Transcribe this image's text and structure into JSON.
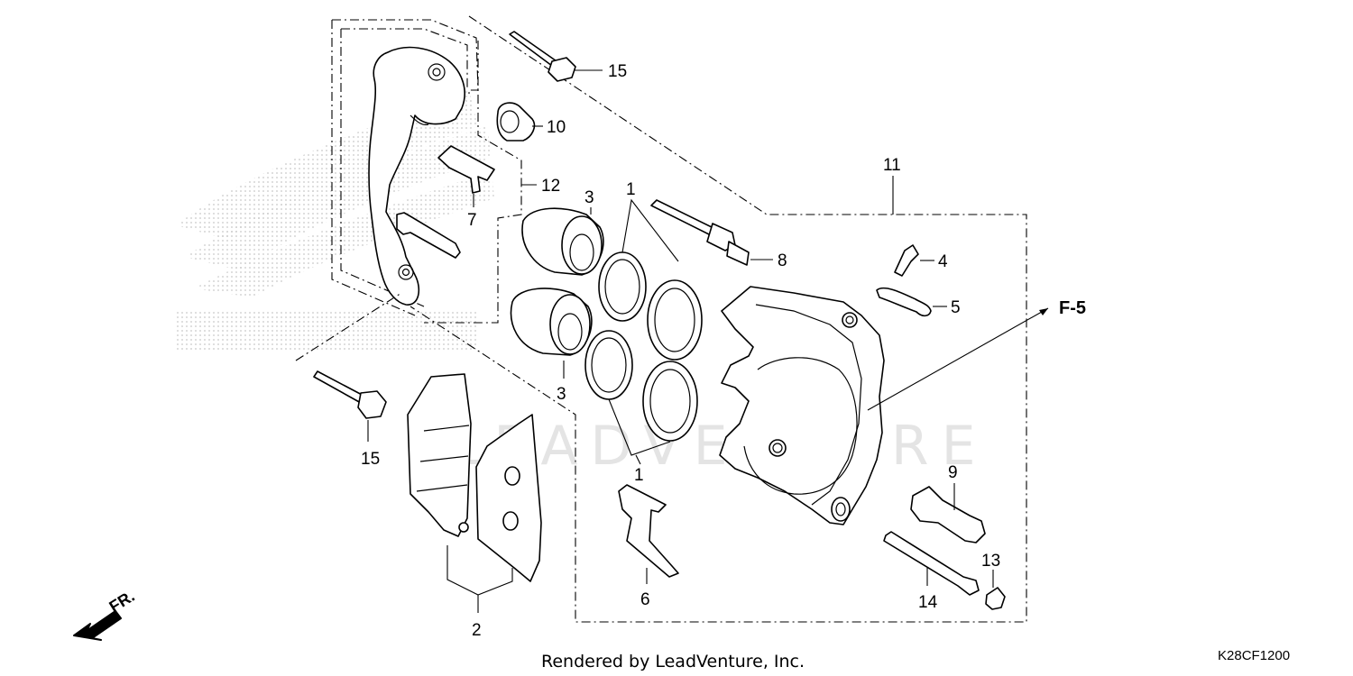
{
  "diagram": {
    "watermark_text": "LEADVENTURE",
    "background_logo": "honda-wing-logo",
    "direction_label": "FR.",
    "reference_label": "F-5",
    "footer_text": "Rendered by LeadVenture, Inc.",
    "diagram_code": "K28CF1200",
    "callouts": {
      "c15_top": "15",
      "c10": "10",
      "c12": "12",
      "c7": "7",
      "c3_top": "3",
      "c1_top": "1",
      "c11": "11",
      "c8": "8",
      "c4": "4",
      "c5": "5",
      "c3_bottom": "3",
      "c15_bottom": "15",
      "c1_bottom": "1",
      "c9": "9",
      "c13": "13",
      "c6": "6",
      "c14": "14",
      "c2": "2"
    }
  }
}
